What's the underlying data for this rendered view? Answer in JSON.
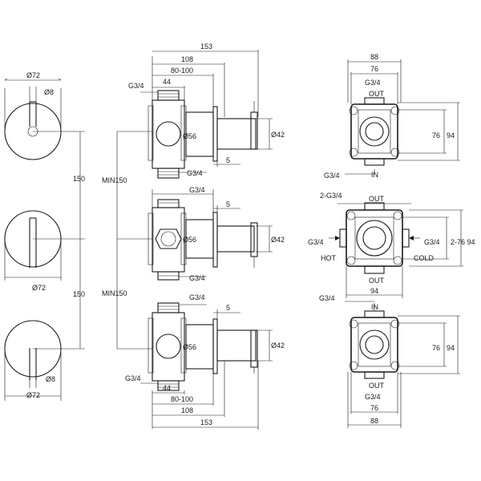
{
  "labels": {
    "front_top_dia": "Ø72",
    "front_top_lever": "Ø8",
    "front_mid_dia": "Ø72",
    "front_bot_lever": "Ø8",
    "front_bot_dia": "Ø72",
    "spacing_upper": "150",
    "spacing_lower": "150",
    "min_upper": "MIN150",
    "min_lower": "MIN150",
    "side_top_153": "153",
    "side_top_108": "108",
    "side_top_80_100": "80-100",
    "side_top_g34": "G3/4",
    "side_top_44": "44",
    "side_top_d56": "Ø56",
    "side_top_d42": "Ø42",
    "side_top_5": "5",
    "side_top_g34_bottom": "G3/4",
    "side_mid_g34": "G3/4",
    "side_mid_5": "5",
    "side_mid_d56": "Ø56",
    "side_mid_d42": "Ø42",
    "side_mid_g34_bottom": "G3/4",
    "side_bot_g34": "G3/4",
    "side_bot_5": "5",
    "side_bot_d56": "Ø56",
    "side_bot_d42": "Ø42",
    "side_bot_g34_left": "G3/4",
    "side_bot_44": "44",
    "side_bot_80_100": "80-100",
    "side_bot_108": "108",
    "side_bot_153": "153",
    "rt_top_88": "88",
    "rt_top_76": "76",
    "rt_top_g34": "G3/4",
    "rt_top_out": "OUT",
    "rt_top_76v": "76",
    "rt_top_94v": "94",
    "rt_top_g34_left": "G3/4",
    "rt_top_in": "IN",
    "rt_mid_2g34": "2-G3/4",
    "rt_mid_out_top": "OUT",
    "rt_mid_g34_left": "G3/4",
    "rt_mid_g34_right": "G3/4",
    "rt_mid_2_76_94": "2-76 94",
    "rt_mid_hot": "HOT",
    "rt_mid_cold": "COLD",
    "rt_mid_out_bottom": "OUT",
    "rt_mid_94": "94",
    "rt_bot_g34": "G3/4",
    "rt_bot_in": "IN",
    "rt_bot_76v": "76",
    "rt_bot_94v": "94",
    "rt_bot_out": "OUT",
    "rt_bot_g34_bottom": "G3/4",
    "rt_bot_76": "76",
    "rt_bot_88": "88"
  }
}
